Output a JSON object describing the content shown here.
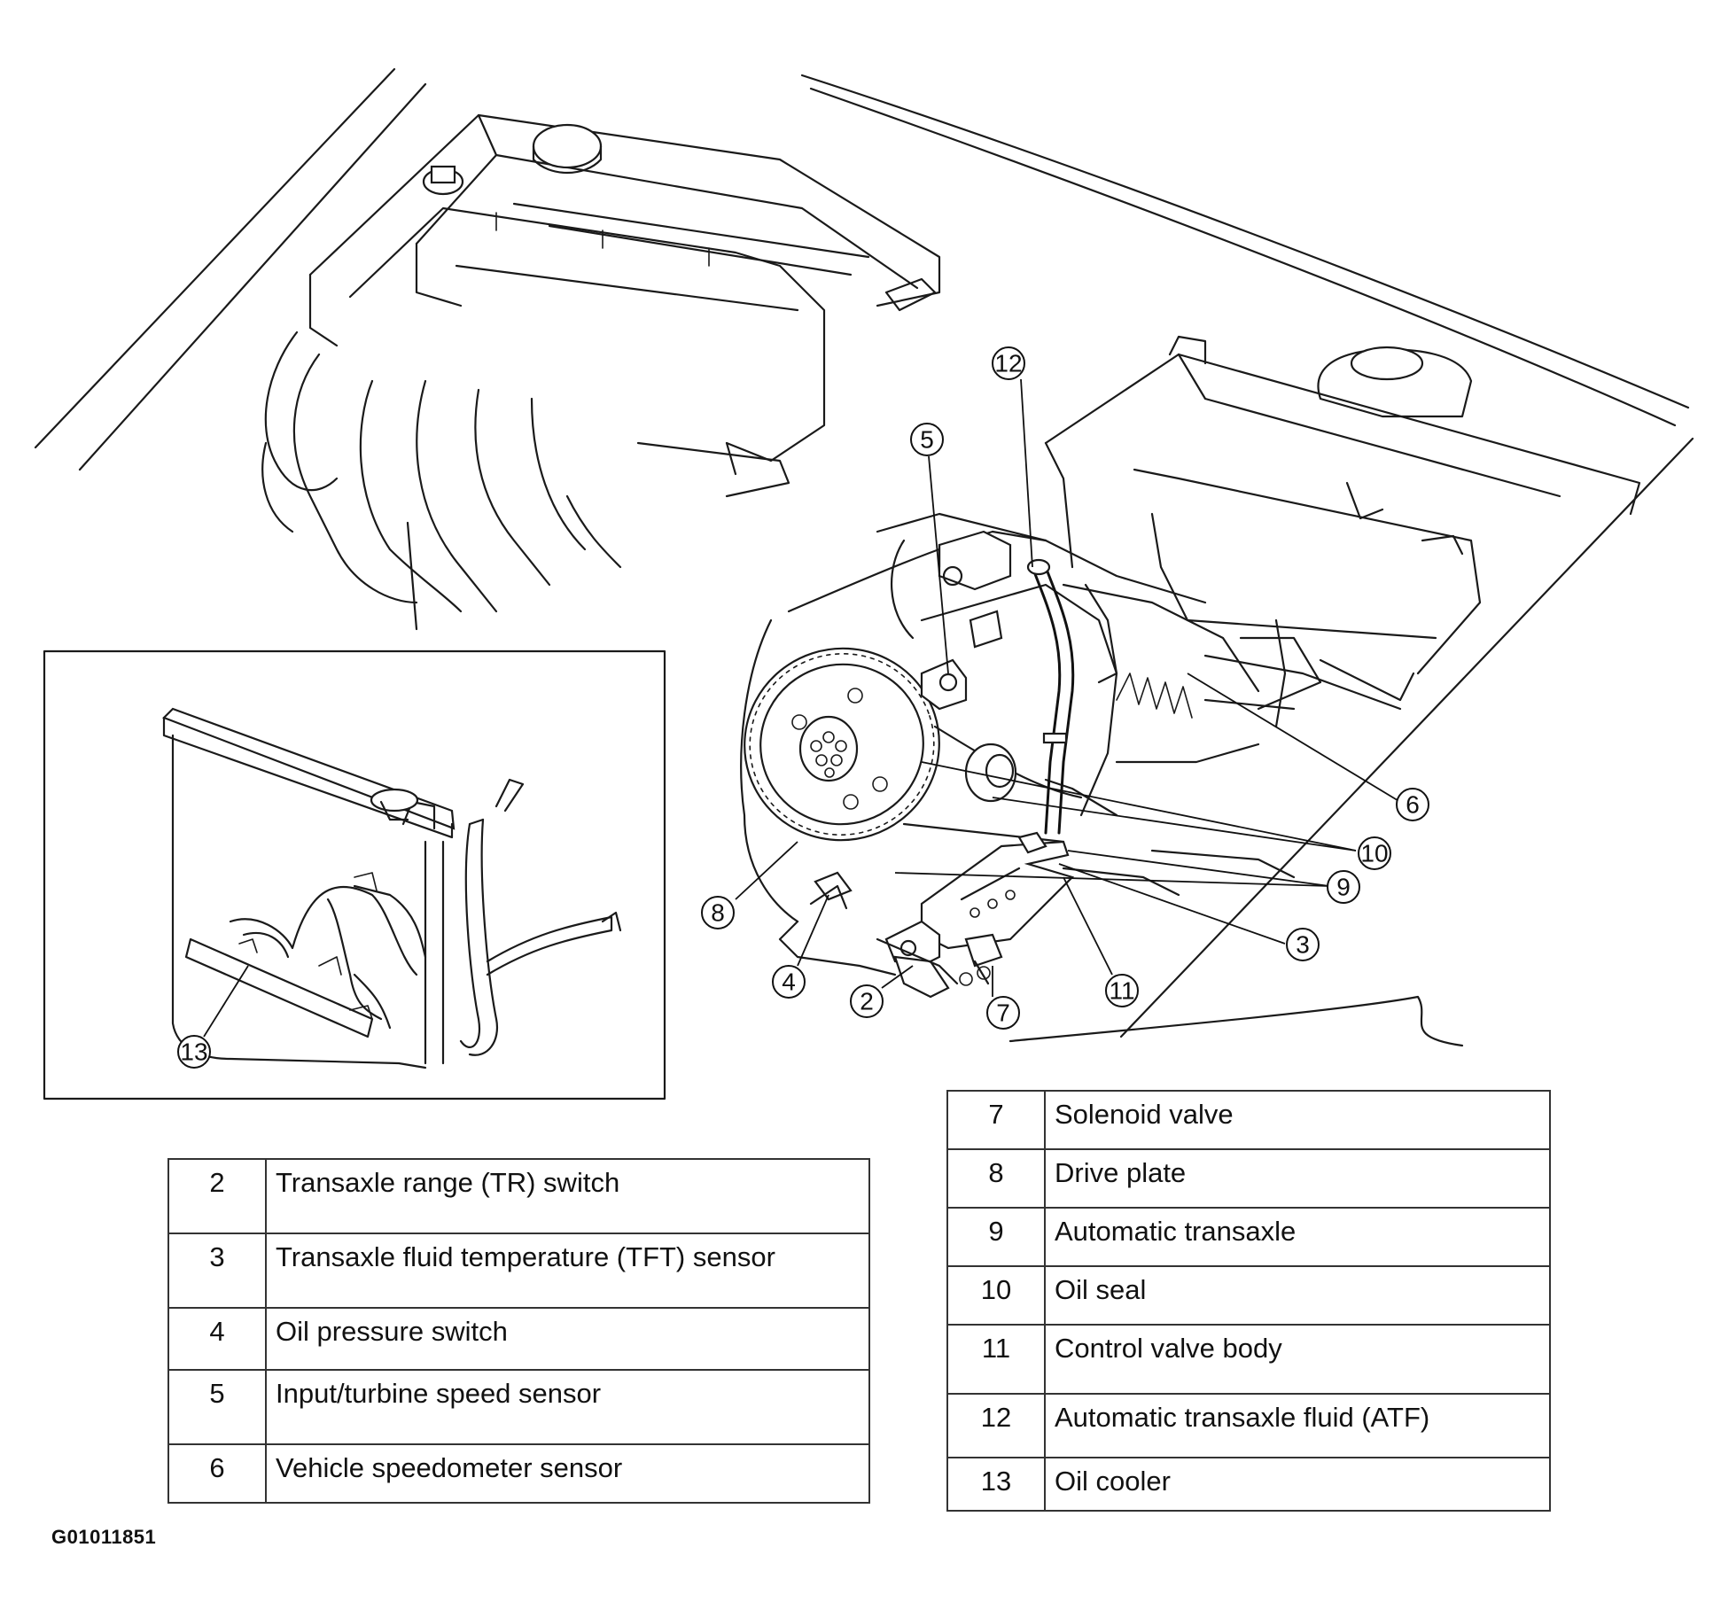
{
  "callouts": [
    {
      "id": "2",
      "label": "2"
    },
    {
      "id": "3",
      "label": "3"
    },
    {
      "id": "4",
      "label": "4"
    },
    {
      "id": "5",
      "label": "5"
    },
    {
      "id": "6",
      "label": "6"
    },
    {
      "id": "7",
      "label": "7"
    },
    {
      "id": "8",
      "label": "8"
    },
    {
      "id": "9",
      "label": "9"
    },
    {
      "id": "10",
      "label": "10"
    },
    {
      "id": "11",
      "label": "11"
    },
    {
      "id": "12",
      "label": "12"
    },
    {
      "id": "13",
      "label": "13"
    }
  ],
  "legend_left": [
    {
      "num": "2",
      "text": "Transaxle range (TR) switch"
    },
    {
      "num": "3",
      "text": "Transaxle fluid temperature (TFT) sensor"
    },
    {
      "num": "4",
      "text": "Oil pressure switch"
    },
    {
      "num": "5",
      "text": "Input/turbine speed sensor"
    },
    {
      "num": "6",
      "text": "Vehicle speedometer sensor"
    }
  ],
  "legend_right": [
    {
      "num": "7",
      "text": "Solenoid valve"
    },
    {
      "num": "8",
      "text": "Drive plate"
    },
    {
      "num": "9",
      "text": "Automatic transaxle"
    },
    {
      "num": "10",
      "text": "Oil seal"
    },
    {
      "num": "11",
      "text": "Control valve body"
    },
    {
      "num": "12",
      "text": "Automatic transaxle fluid (ATF)"
    },
    {
      "num": "13",
      "text": "Oil cooler"
    }
  ],
  "figure_id": "G01011851"
}
